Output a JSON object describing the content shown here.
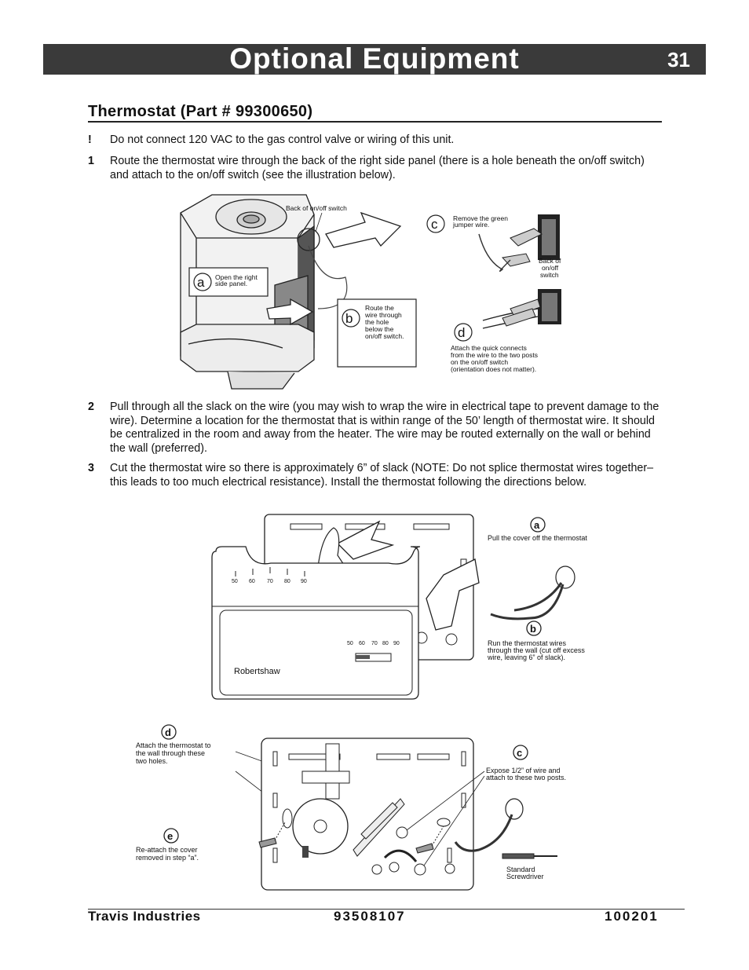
{
  "header": {
    "title": "Optional Equipment",
    "page_number": "31"
  },
  "section": {
    "heading": "Thermostat  (Part  #  99300650)"
  },
  "steps": [
    {
      "marker": "!",
      "text": "Do not connect 120 VAC to the gas control valve or wiring of this unit."
    },
    {
      "marker": "1",
      "text": "Route the thermostat wire through the back of the right side panel (there is a hole beneath the on/off switch) and attach to the on/off switch (see the illustration below)."
    },
    {
      "marker": "2",
      "text": "Pull through all the slack on the wire (you may wish to wrap the wire in electrical tape to prevent damage to the wire).  Determine a location for the thermostat that is within range of the 50’ length of thermostat wire.  It should be centralized in the room and away from the heater.  The wire may be routed externally on the wall or behind the wall (preferred)."
    },
    {
      "marker": "3",
      "text": "Cut the thermostat wire so there is approximately 6” of slack (NOTE: Do not splice thermostat wires together–this leads to too much electrical resistance).  Install the thermostat following the directions below."
    }
  ],
  "figure1": {
    "callout_switch": "Back of on/off switch",
    "a_letter": "a",
    "a_text": [
      "Open the right",
      "side panel."
    ],
    "b_letter": "b",
    "b_text": [
      "Route the",
      "wire through",
      "the hole",
      "below the",
      "on/off switch."
    ],
    "c_letter": "c",
    "c_text": [
      "Remove the green",
      "jumper wire."
    ],
    "c_side": [
      "Back of",
      "on/off",
      "switch"
    ],
    "d_letter": "d",
    "d_text": [
      "Attach the quick connects",
      "from the wire to the two posts",
      "on the on/off switch",
      "(orientation does not matter)."
    ]
  },
  "figure2": {
    "dial_ticks": [
      "50",
      "60",
      "70",
      "80",
      "90"
    ],
    "inner_ticks": [
      "50",
      "60",
      "70",
      "80",
      "90"
    ],
    "brand": "Robertshaw",
    "a_letter": "a",
    "a_text": "Pull the cover off the thermostat",
    "b_letter": "b",
    "b_text": [
      "Run the thermostat wires",
      "through the wall (cut off excess",
      "wire, leaving 6” of slack)."
    ]
  },
  "figure3": {
    "d_letter": "d",
    "d_text": [
      "Attach the thermostat to",
      "the wall through these",
      "two holes."
    ],
    "e_letter": "e",
    "e_text": [
      "Re-attach the cover",
      "removed in step “a”."
    ],
    "c_letter": "c",
    "c_text": [
      "Expose 1/2” of wire and",
      "attach to these two posts."
    ],
    "tool_text": [
      "Standard",
      "Screwdriver"
    ]
  },
  "footer": {
    "company": "Travis  Industries",
    "part_number": "93508107",
    "date_code": "100201"
  }
}
